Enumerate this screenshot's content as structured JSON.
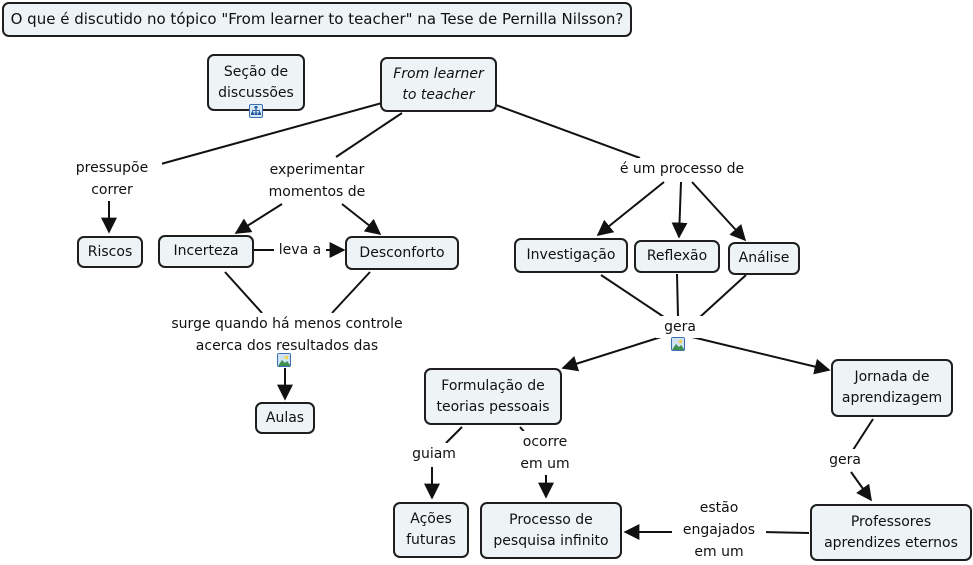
{
  "question": "O que é discutido no tópico \"From learner to teacher\" na Tese de Pernilla Nilsson?",
  "colors": {
    "node_fill": "#eef3f5",
    "border": "#1e1e1e",
    "link_icon": "#3a6fb5"
  },
  "nodes": {
    "secao": "Seção de\ndiscussões",
    "root": "From learner\nto teacher",
    "riscos": "Riscos",
    "incerteza": "Incerteza",
    "desconforto": "Desconforto",
    "aulas": "Aulas",
    "investigacao": "Investigação",
    "reflexao": "Reflexão",
    "analise": "Análise",
    "formulacao": "Formulação de\nteorias pessoais",
    "jornada": "Jornada de\naprendizagem",
    "acoes": "Ações\nfuturas",
    "processo": "Processo de\npesquisa infinito",
    "professores": "Professores\naprendizes eternos"
  },
  "links": {
    "pressupoe": "pressupõe\ncorrer",
    "experimentar": "experimentar\nmomentos de",
    "leva_a": "leva a",
    "surge": "surge quando há menos controle\nacerca dos resultados das",
    "processo_de": "é um processo de",
    "gera1": "gera",
    "guiam": "guiam",
    "ocorre": "ocorre\nem um",
    "gera2": "gera",
    "estao": "estão\nengajados\nem um"
  },
  "icons": {
    "submap": "concept-map-link-icon",
    "image": "image-resource-icon"
  }
}
